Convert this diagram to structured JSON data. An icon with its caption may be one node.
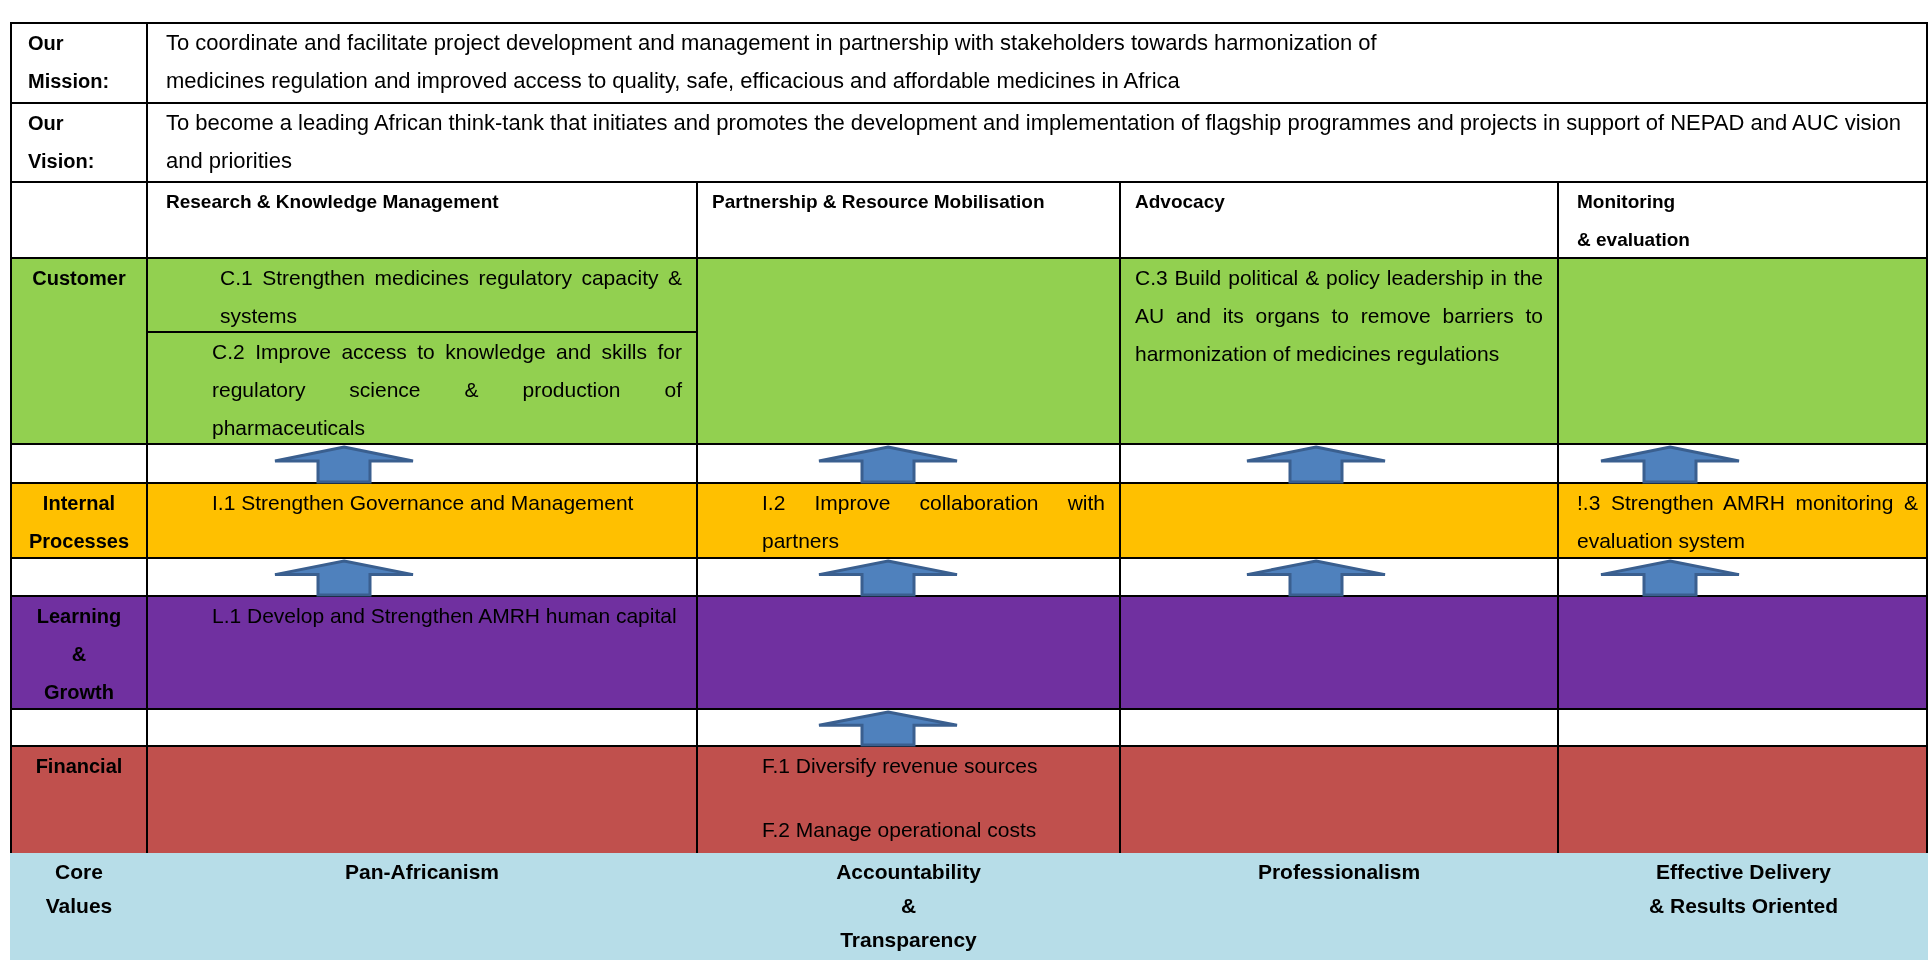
{
  "diagram": {
    "nodes": [
      {
        "text": [
          "Our Mission:"
        ]
      },
      {
        "text": [
          "To coordinate and facilitate project development and management in partnership with stakeholders towards harmonization of medicines regulation and improved access to quality, safe, efficacious and affordable medicines in Africa"
        ]
      },
      {
        "text": [
          "Our Vision:"
        ]
      },
      {
        "text": [
          "To become a leading African think-tank that initiates and promotes the development and implementation of flagship programmes and projects in support of NEPAD and AUC vision and priorities"
        ]
      },
      {
        "text": [],
        "shape": "box"
      },
      {
        "text": [
          "Research & Knowledge Management"
        ]
      },
      {
        "text": [
          "Partnership & Resource Mobilisation"
        ]
      },
      {
        "text": [
          "Advocacy"
        ]
      },
      {
        "text": [
          "Monitoring & evaluation"
        ]
      },
      {
        "text": [
          "Customer"
        ]
      },
      {
        "text": [
          "C.1 Strengthen medicines regulatory capacity & systems"
        ]
      },
      {
        "text": [
          "C.2 Improve access to knowledge and skills for regulatory science & production of pharmaceuticals"
        ]
      },
      {
        "text": [],
        "shape": "box"
      },
      {
        "text": [
          "C.3 Build political & policy leadership in the AU and its organs to remove barriers to harmonization of medicines regulations"
        ]
      },
      {
        "text": [],
        "shape": "box"
      },
      {
        "text": [
          "Internal Processes"
        ]
      },
      {
        "text": [
          "I.1 Strengthen Governance and Management"
        ]
      },
      {
        "text": [
          "I.2 Improve collaboration with partners"
        ]
      },
      {
        "text": [],
        "shape": "box"
      },
      {
        "text": [
          "!.3 Strengthen AMRH monitoring & evaluation system"
        ]
      },
      {
        "text": [
          "Learning & Growth"
        ]
      },
      {
        "text": [
          "L.1 Develop and Strengthen AMRH human capital"
        ]
      },
      {
        "text": [],
        "shape": "box"
      },
      {
        "text": [],
        "shape": "box"
      },
      {
        "text": [],
        "shape": "box"
      },
      {
        "text": [
          "Financial"
        ]
      },
      {
        "text": [],
        "shape": "box"
      },
      {
        "text": [
          "F.1 Diversify revenue sources",
          "F.2 Manage operational costs"
        ]
      },
      {
        "text": [],
        "shape": "box"
      },
      {
        "text": [],
        "shape": "box"
      },
      {
        "text": [
          "Core Values"
        ]
      },
      {
        "text": [
          "Pan-Africanism"
        ]
      },
      {
        "text": [
          "Accountability & Transparency"
        ]
      },
      {
        "text": [
          "Professionalism"
        ]
      },
      {
        "text": [
          "Effective Delivery & Results Oriented"
        ]
      }
    ],
    "edges": [
      {
        "from": 16,
        "to": 11,
        "arrow": "to"
      },
      {
        "from": 17,
        "to": 12,
        "arrow": "to"
      },
      {
        "from": 18,
        "to": 13,
        "arrow": "to"
      },
      {
        "from": 19,
        "to": 14,
        "arrow": "to"
      },
      {
        "from": 21,
        "to": 16,
        "arrow": "to"
      },
      {
        "from": 22,
        "to": 17,
        "arrow": "to"
      },
      {
        "from": 23,
        "to": 18,
        "arrow": "to"
      },
      {
        "from": 24,
        "to": 19,
        "arrow": "to"
      },
      {
        "from": 27,
        "to": 22,
        "arrow": "to"
      }
    ]
  }
}
